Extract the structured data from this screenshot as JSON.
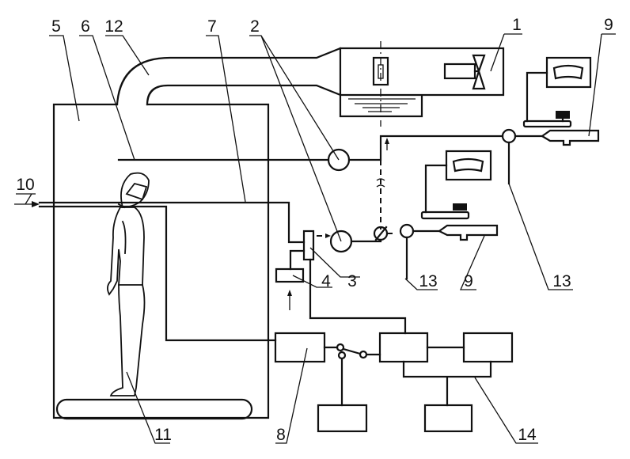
{
  "labels": {
    "l1": "1",
    "l2": "2",
    "l3": "3",
    "l4": "4",
    "l5": "5",
    "l6": "6",
    "l7": "7",
    "l8": "8",
    "l9a": "9",
    "l9b": "9",
    "l10": "10",
    "l11": "11",
    "l12": "12",
    "l13a": "13",
    "l13b": "13",
    "l14": "14"
  }
}
